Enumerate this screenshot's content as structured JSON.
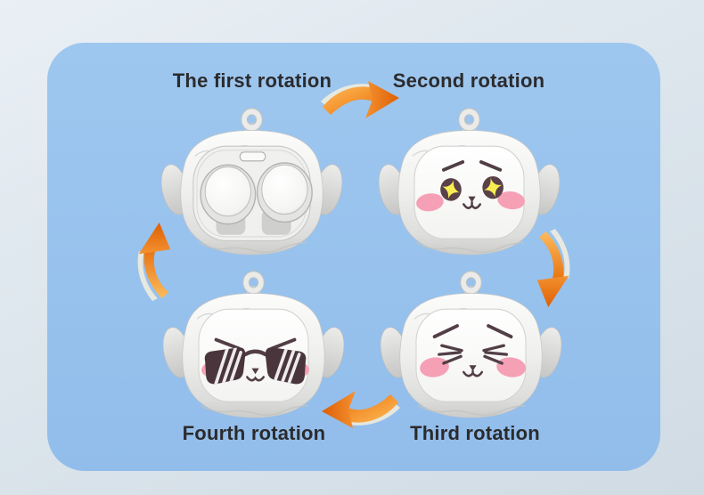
{
  "diagram": {
    "title_visible": false,
    "steps": [
      {
        "label": "The first rotation",
        "case": "open-earbuds-case",
        "position": "top-left"
      },
      {
        "label": "Second rotation",
        "case": "starry-eyes-face-case",
        "position": "top-right"
      },
      {
        "label": "Third rotation",
        "case": "squint-smile-face-case",
        "position": "bottom-right"
      },
      {
        "label": "Fourth rotation",
        "case": "sunglasses-face-case",
        "position": "bottom-left"
      }
    ],
    "arrows": [
      {
        "name": "arrow-first-to-second",
        "direction": "right"
      },
      {
        "name": "arrow-second-to-third",
        "direction": "down"
      },
      {
        "name": "arrow-third-to-fourth",
        "direction": "left"
      },
      {
        "name": "arrow-fourth-to-first",
        "direction": "up"
      }
    ],
    "colors": {
      "panel_blue": "#99c3ed",
      "outer_background": "#dde6ed",
      "arrow_orange": "#ec7a13",
      "arrow_trail": "#f5eedd",
      "case_body": "#e9e9e7",
      "face_panel": "#ffffff",
      "feature_brown": "#523e46",
      "cheek_pink": "#f5a0b5",
      "star_yellow": "#f8ee52",
      "label_text": "#2b2b2d"
    }
  }
}
